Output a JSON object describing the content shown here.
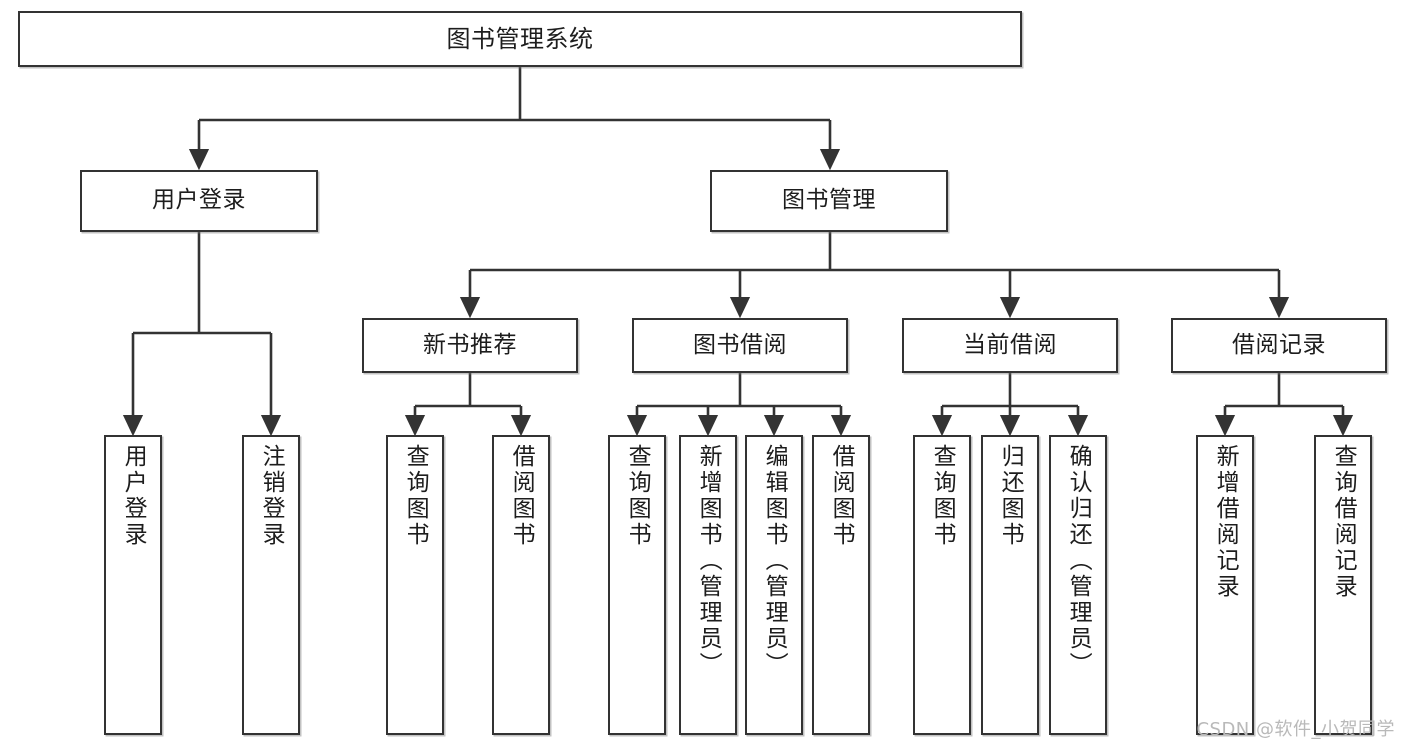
{
  "diagram": {
    "title": "图书管理系统",
    "type": "tree",
    "watermark": "CSDN @软件_小贺同学",
    "colors": {
      "box_border": "#333333",
      "box_fill": "#ffffff",
      "edge": "#333333",
      "text": "#1d1d1d",
      "watermark": "#b9b9b9"
    },
    "root": {
      "label": "图书管理系统"
    },
    "level1": [
      {
        "label": "用户登录"
      },
      {
        "label": "图书管理"
      }
    ],
    "level2": [
      {
        "label": "新书推荐"
      },
      {
        "label": "图书借阅"
      },
      {
        "label": "当前借阅"
      },
      {
        "label": "借阅记录"
      }
    ],
    "leaves": {
      "user_login": [
        {
          "label": "用户登录"
        },
        {
          "label": "注销登录"
        }
      ],
      "new_book_recommend": [
        {
          "label": "查询图书"
        },
        {
          "label": "借阅图书"
        }
      ],
      "book_borrow": [
        {
          "label": "查询图书"
        },
        {
          "label": "新增图书（管理员）"
        },
        {
          "label": "编辑图书（管理员）"
        },
        {
          "label": "借阅图书"
        }
      ],
      "current_borrow": [
        {
          "label": "查询图书"
        },
        {
          "label": "归还图书"
        },
        {
          "label": "确认归还（管理员）"
        }
      ],
      "borrow_record": [
        {
          "label": "新增借阅记录"
        },
        {
          "label": "查询借阅记录"
        }
      ]
    }
  }
}
